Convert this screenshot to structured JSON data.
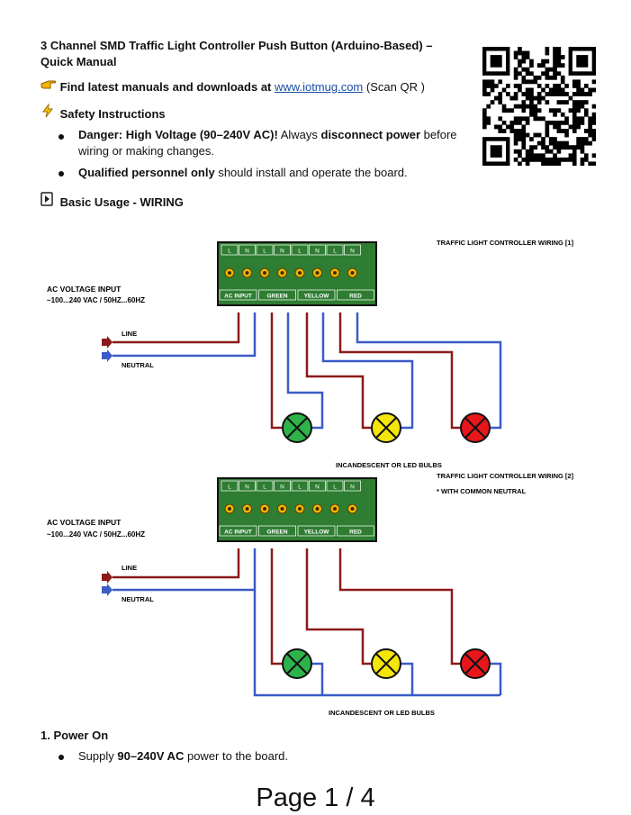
{
  "header": {
    "title": "3 Channel SMD Traffic Light Controller Push Button (Arduino-Based) – Quick Manual",
    "find_prefix": "Find latest manuals and downloads at",
    "find_link": "www.iotmug.com",
    "find_suffix": "(Scan QR )"
  },
  "safety": {
    "heading": "Safety Instructions",
    "items": [
      {
        "bold": "Danger: High Voltage (90–240V AC)!",
        "text1": "Always",
        "bold2": "disconnect power",
        "text2": "before",
        "text3": "wiring or making changes."
      },
      {
        "bold": "Qualified personnel only",
        "text1": "should install and operate the board."
      }
    ]
  },
  "usage": {
    "heading": "Basic Usage - WIRING"
  },
  "diagram1": {
    "caption": "TRAFFIC LIGHT CONTROLLER WIRING [1]",
    "input_label": "AC VOLTAGE INPUT",
    "input_spec": "~100...240 VAC / 50HZ...60HZ",
    "line_label": "LINE",
    "neutral_label": "NEUTRAL",
    "bulbs_label": "INCANDESCENT OR LED BULBS"
  },
  "diagram2": {
    "caption": "TRAFFIC LIGHT CONTROLLER WIRING [2]",
    "note": "* WITH COMMON NEUTRAL",
    "input_label": "AC VOLTAGE INPUT",
    "input_spec": "~100...240 VAC / 50HZ...60HZ",
    "line_label": "LINE",
    "neutral_label": "NEUTRAL",
    "bulbs_label": "INCANDESCENT OR LED BULBS"
  },
  "board": {
    "pins": [
      "L",
      "N",
      "L",
      "N",
      "L",
      "N",
      "L",
      "N"
    ],
    "groups": [
      "AC INPUT",
      "GREEN",
      "YELLOW",
      "RED"
    ]
  },
  "colors": {
    "line": "#8b1a1a",
    "neutral": "#3b5bc7",
    "board": "#2e7d32",
    "green": "#2eb34a",
    "yellow": "#f5e60a",
    "red": "#e8161b"
  },
  "power_on": {
    "heading": "1. Power On",
    "item_prefix": "Supply",
    "item_bold": "90–240V AC",
    "item_suffix": "power to the board."
  },
  "footer": {
    "page": "Page 1 / 4"
  },
  "icons": [
    "pointing-hand-icon",
    "lightning-icon",
    "book-icon",
    "qr-code"
  ]
}
